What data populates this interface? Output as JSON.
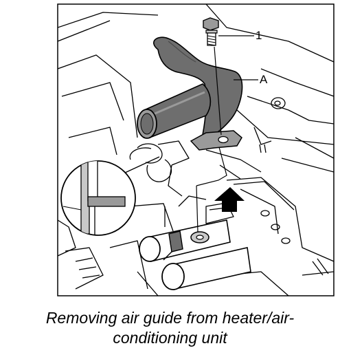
{
  "callouts": {
    "bolt": "1",
    "air_guide": "A"
  },
  "caption": {
    "line1": "Removing air guide from heater/air-",
    "line2": "conditioning unit"
  },
  "colors": {
    "line": "#000000",
    "background": "#ffffff",
    "part_dark": "#6e6e6e",
    "part_mid": "#9a9a9a",
    "part_light": "#c8c8c8"
  }
}
